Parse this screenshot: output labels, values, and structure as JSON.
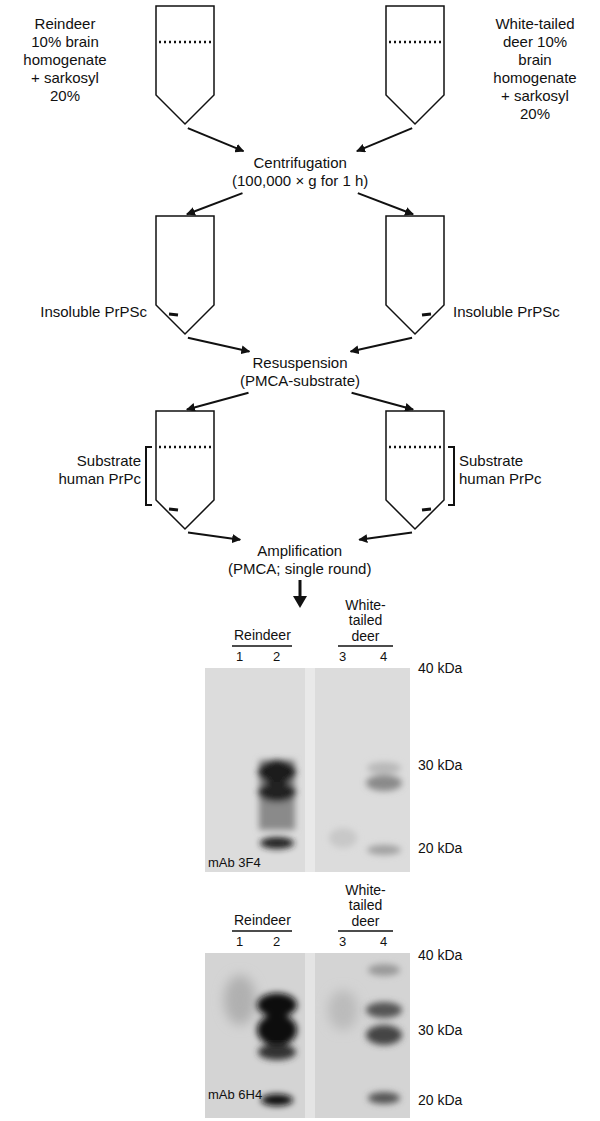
{
  "diagram": {
    "nodes": [
      {
        "text": [
          "Reindeer 10% brain homogenate + sarkosyl 20%"
        ]
      },
      {
        "text": [
          "White-tailed deer 10% brain homogenate + sarkosyl 20%"
        ]
      },
      {
        "text": [
          "Centrifugation",
          "(100,000 × g for 1 h)"
        ]
      },
      {
        "text": [
          "Insoluble PrPSc"
        ]
      },
      {
        "text": [
          "Insoluble PrPSc"
        ]
      },
      {
        "text": [
          "Resuspension",
          "(PMCA-substrate)"
        ]
      },
      {
        "text": [
          "Substrate human PrPc"
        ]
      },
      {
        "text": [
          "Substrate human PrPc"
        ]
      },
      {
        "text": [
          "Amplification",
          "(PMCA; single round)"
        ]
      }
    ],
    "edges": [
      {
        "from": 0,
        "to": 2,
        "arrow": "to"
      },
      {
        "from": 1,
        "to": 2,
        "arrow": "to"
      },
      {
        "from": 2,
        "to": 3,
        "arrow": "to"
      },
      {
        "from": 2,
        "to": 4,
        "arrow": "to"
      },
      {
        "from": 3,
        "to": 5,
        "arrow": "to"
      },
      {
        "from": 4,
        "to": 5,
        "arrow": "to"
      },
      {
        "from": 5,
        "to": 6,
        "arrow": "to"
      },
      {
        "from": 5,
        "to": 7,
        "arrow": "to"
      },
      {
        "from": 6,
        "to": 8,
        "arrow": "to"
      },
      {
        "from": 7,
        "to": 8,
        "arrow": "to"
      }
    ],
    "labels": [
      "Reindeer",
      "White-tailed deer",
      "1",
      "2",
      "3",
      "4",
      "40 kDa",
      "30 kDa",
      "20 kDa",
      "mAb 3F4",
      "Reindeer",
      "White-tailed deer",
      "1",
      "2",
      "3",
      "4",
      "40 kDa",
      "30 kDa",
      "20 kDa",
      "mAb 6H4"
    ]
  }
}
